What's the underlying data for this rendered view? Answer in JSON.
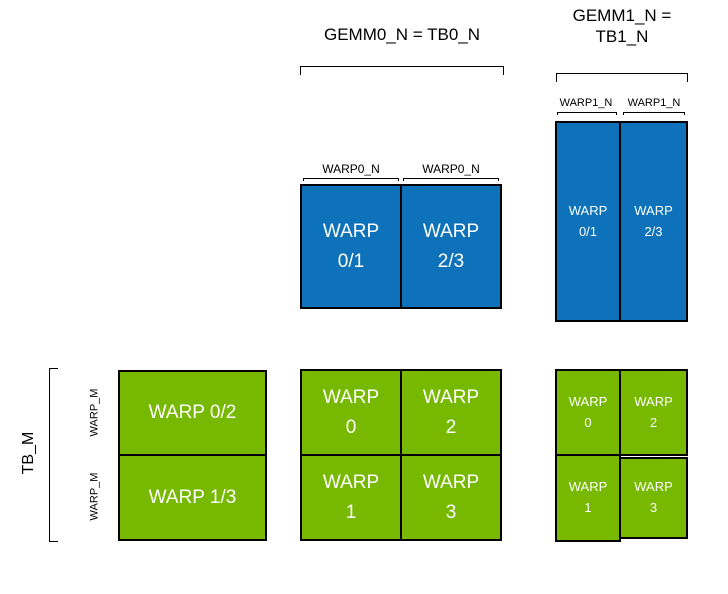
{
  "colors": {
    "tile_blue": "#0d72b9",
    "tile_green": "#76b900",
    "border": "#000000",
    "tile_text": "#ffffff",
    "label_text": "#000000",
    "background": "#ffffff"
  },
  "labels": {
    "gemm0_n": "GEMM0_N = TB0_N",
    "gemm1_n_line1": "GEMM1_N =",
    "gemm1_n_line2": "TB1_N",
    "tb_m": "TB_M",
    "warp_m_top": "WARP_M",
    "warp_m_bottom": "WARP_M",
    "warp0_n_left": "WARP0_N",
    "warp0_n_right": "WARP0_N",
    "warp1_n_left": "WARP1_N",
    "warp1_n_right": "WARP1_N"
  },
  "b0_tiles": [
    {
      "line1": "WARP",
      "line2": "0/1"
    },
    {
      "line1": "WARP",
      "line2": "2/3"
    }
  ],
  "b1_tiles": [
    {
      "line1": "WARP",
      "line2": "0/1"
    },
    {
      "line1": "WARP",
      "line2": "2/3"
    }
  ],
  "a_tiles": [
    {
      "label": "WARP 0/2"
    },
    {
      "label": "WARP 1/3"
    }
  ],
  "c0_tiles": [
    {
      "line1": "WARP",
      "line2": "0"
    },
    {
      "line1": "WARP",
      "line2": "2"
    },
    {
      "line1": "WARP",
      "line2": "1"
    },
    {
      "line1": "WARP",
      "line2": "3"
    }
  ],
  "c1_tiles": [
    {
      "line1": "WARP",
      "line2": "0"
    },
    {
      "line1": "WARP",
      "line2": "2"
    },
    {
      "line1": "WARP",
      "line2": "1"
    },
    {
      "line1": "WARP",
      "line2": "3"
    }
  ]
}
